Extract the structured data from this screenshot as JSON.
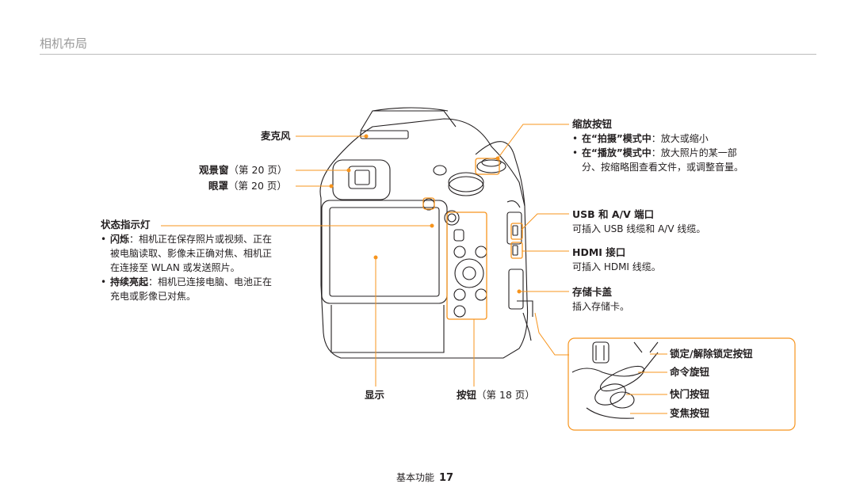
{
  "header": {
    "section_title": "相机布局"
  },
  "left_labels": {
    "microphone": "麦克风",
    "viewfinder": "观景窗",
    "viewfinder_ref": "（第 20 页）",
    "eyecup": "眼罩",
    "eyecup_ref": "（第 20 页）",
    "status_lamp": "状态指示灯",
    "blink_title": "闪烁",
    "blink_desc_1": "：相机正在保存照片或视频、正在",
    "blink_desc_2": "被电脑读取、影像未正确对焦、相机正",
    "blink_desc_3": "在连接至 WLAN 或发送照片。",
    "steady_title": "持续亮起",
    "steady_desc_1": "：相机已连接电脑、电池正在",
    "steady_desc_2": "充电或影像已对焦。"
  },
  "bottom_labels": {
    "display": "显示",
    "buttons": "按钮",
    "buttons_ref": "（第 18 页）"
  },
  "right_labels": {
    "zoom_button": "缩放按钮",
    "zoom_shoot_title": "在“拍摄”模式中",
    "zoom_shoot_desc": "：放大或缩小",
    "zoom_play_title": "在“播放”模式中",
    "zoom_play_desc_1": "：放大照片的某一部",
    "zoom_play_desc_2": "分、按缩略图查看文件，或调整音量。",
    "usb_av_port": "USB 和 A/V 端口",
    "usb_av_desc": "可插入 USB 线缆和 A/V 线缆。",
    "hdmi_port": "HDMI 接口",
    "hdmi_desc": "可插入 HDMI 线缆。",
    "card_cover": "存储卡盖",
    "card_cover_desc": "插入存储卡。"
  },
  "inset_labels": {
    "lock_button": "锁定/解除锁定按钮",
    "command_dial": "命令旋钮",
    "shutter_button": "快门按钮",
    "zoom_lever": "变焦按钮"
  },
  "footer": {
    "chapter": "基本功能",
    "page": "17"
  },
  "colors": {
    "accent": "#f7941d",
    "line": "#231f20",
    "rule": "#bdbdbd"
  }
}
